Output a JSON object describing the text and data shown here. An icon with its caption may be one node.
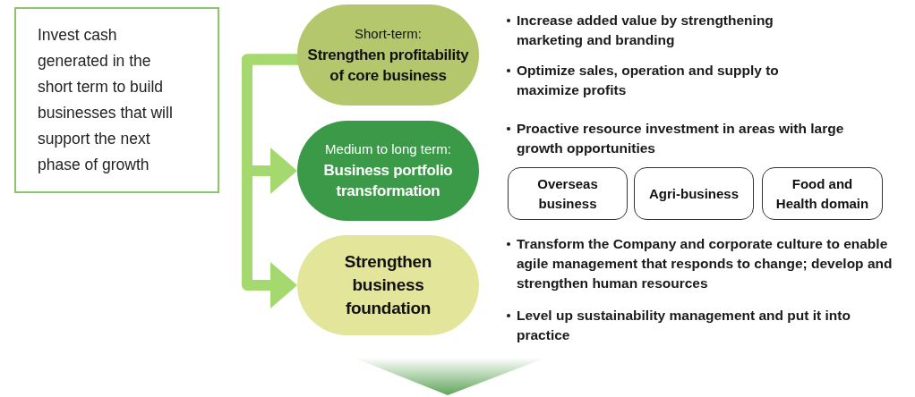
{
  "diagram": {
    "nodes": [
      {
        "text": [
          "Invest cash generated in the short term to build businesses that will support the next phase of growth"
        ]
      },
      {
        "text": [
          "Short-term:",
          "Strengthen profitability of core business"
        ]
      },
      {
        "text": [
          "Medium to long term:",
          "Business portfolio transformation"
        ]
      },
      {
        "text": [
          "Strengthen business foundation"
        ]
      },
      {
        "text": [
          "Overseas business"
        ]
      },
      {
        "text": [
          "Agri-business"
        ]
      },
      {
        "text": [
          "Food and Health domain"
        ]
      }
    ],
    "edges": [
      {
        "from": 1,
        "to": 2,
        "arrow": "to"
      },
      {
        "from": 1,
        "to": 3,
        "arrow": "to"
      }
    ],
    "labels": [
      "Increase added value by strengthening marketing and branding",
      "Optimize sales, operation and supply to maximize profits",
      "Proactive resource investment in areas with large growth opportunities",
      "Transform the Company and corporate culture to enable agile management that responds to change; develop and strengthen human resources",
      "Level up sustainability management and put it into practice"
    ]
  }
}
